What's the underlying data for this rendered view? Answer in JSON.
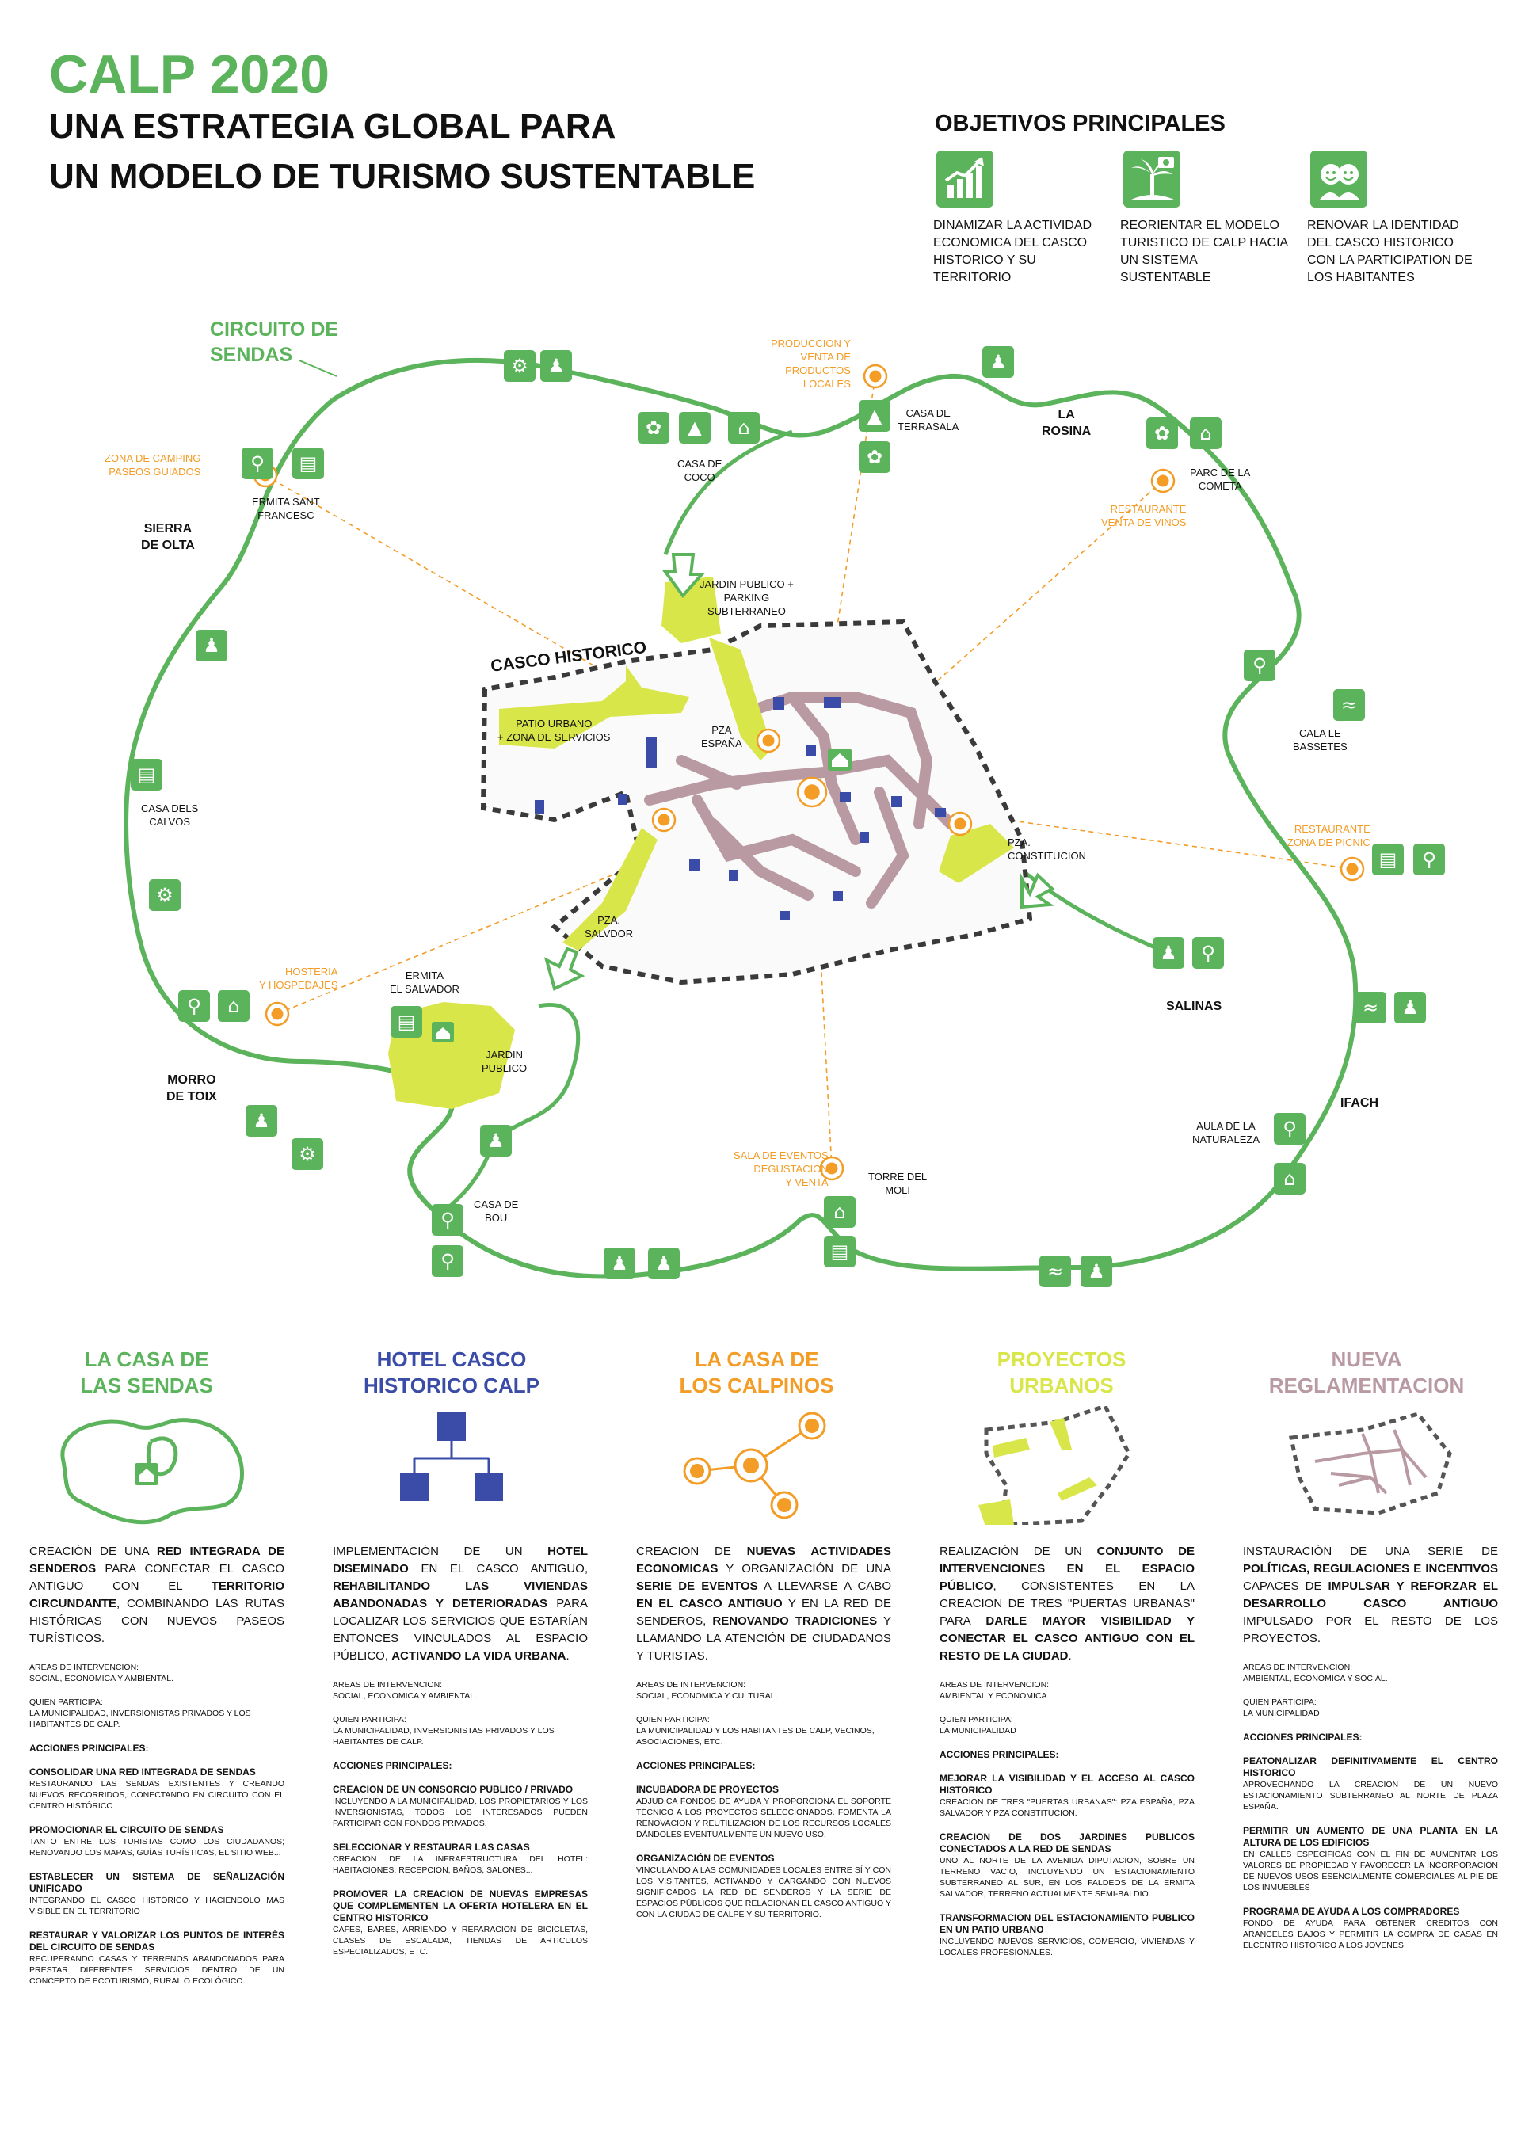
{
  "header": {
    "title": "CALP 2020",
    "subtitle_line1": "UNA ESTRATEGIA GLOBAL PARA",
    "subtitle_line2": "UN MODELO DE TURISMO SUSTENTABLE"
  },
  "objectives": {
    "title": "OBJETIVOS PRINCIPALES",
    "items": [
      {
        "icon": "growth-chart-icon",
        "text": "DINAMIZAR LA ACTIVIDAD ECONOMICA DEL CASCO HISTORICO Y SU TERRITORIO"
      },
      {
        "icon": "palm-camera-icon",
        "text": "REORIENTAR EL MODELO TURISTICO DE CALP HACIA UN SISTEMA SUSTENTABLE"
      },
      {
        "icon": "community-faces-icon",
        "text": "RENOVAR LA IDENTIDAD DEL CASCO HISTORICO CON LA PARTICIPATION DE LOS HABITANTES"
      }
    ]
  },
  "map": {
    "circuit_title_line1": "CIRCUITO DE",
    "circuit_title_line2": "SENDAS",
    "casco_label": "CASCO HISTORICO",
    "colors": {
      "green": "#5bb35b",
      "yellow": "#d9e64a",
      "orange": "#f39c26",
      "blue": "#3a4ca8",
      "mauve": "#b99aa3",
      "dark": "#3a3a3a"
    },
    "places": {
      "sierra": "SIERRA\nDE OLTA",
      "rosina": "LA\nROSINA",
      "morro": "MORRO\nDE TOIX",
      "salinas": "SALINAS",
      "ifach": "IFACH",
      "ermita_sant_francesc": "ERMITA SANT\nFRANCESC",
      "casa_coco": "CASA DE\nCOCO",
      "casa_terrasala": "CASA DE\nTERRASALA",
      "parc_cometa": "PARC DE LA\nCOMETA",
      "cala_bassetes": "CALA LE\nBASSETES",
      "casa_calvos": "CASA DELS\nCALVOS",
      "aula_naturaleza": "AULA DE LA\nNATURALEZA",
      "torre_moli": "TORRE DEL\nMOLI",
      "casa_bou": "CASA DE\nBOU",
      "ermita_salvador": "ERMITA\nEL SALVADOR",
      "jardin_publico": "JARDIN\nPUBLICO",
      "jardin_parking": "JARDIN PUBLICO +\nPARKING\nSUBTERRANEO",
      "patio_urbano": "PATIO URBANO\n+ ZONA DE SERVICIOS",
      "pza_espana": "PZA\nESPAÑA",
      "pza_salvdor": "PZA.\nSALVDOR",
      "pza_constitucion": "PZA.\nCONSTITUCION"
    },
    "orange_labels": {
      "camping": "ZONA DE CAMPING\nPASEOS GUIADOS",
      "produccion": "PRODUCCION Y\nVENTA DE\nPRODUCTOS\nLOCALES",
      "restaurante_vinos": "RESTAURANTE\nVENTA DE VINOS",
      "restaurante_picnic": "RESTAURANTE\nZONA DE PICNIC",
      "hosteria": "HOSTERIA\nY HOSPEDAJES",
      "sala_eventos": "SALA DE EVENTOS\nDEGUSTACION\nY VENTA"
    }
  },
  "categories": [
    {
      "title_line1": "LA CASA DE",
      "title_line2": "LAS SENDAS",
      "color": "#5bb35b"
    },
    {
      "title_line1": "HOTEL CASCO",
      "title_line2": "HISTORICO CALP",
      "color": "#3a4ca8"
    },
    {
      "title_line1": "LA CASA DE",
      "title_line2": "LOS CALPINOS",
      "color": "#f39c26"
    },
    {
      "title_line1": "PROYECTOS",
      "title_line2": "URBANOS",
      "color": "#d9e64a"
    },
    {
      "title_line1": "NUEVA",
      "title_line2": "REGLAMENTACION",
      "color": "#b99aa3"
    }
  ],
  "columns": [
    {
      "intro": [
        {
          "t": "CREACIÓN DE UNA ",
          "b": false
        },
        {
          "t": "RED INTEGRADA DE SENDEROS",
          "b": true
        },
        {
          "t": " PARA CONECTAR EL CASCO ANTIGUO CON EL ",
          "b": false
        },
        {
          "t": "TERRITORIO CIRCUNDANTE",
          "b": true
        },
        {
          "t": ", COMBINANDO LAS RUTAS HISTÓRICAS CON NUEVOS PASEOS TURÍSTICOS.",
          "b": false
        }
      ],
      "areas_label": "AREAS DE INTERVENCION:",
      "areas": "SOCIAL, ECONOMICA Y AMBIENTAL.",
      "participa_label": "QUIEN PARTICIPA:",
      "participa": "LA MUNICIPALIDAD, INVERSIONISTAS PRIVADOS Y LOS HABITANTES DE CALP.",
      "acciones_label": "ACCIONES PRINCIPALES:",
      "acciones": [
        {
          "h": "CONSOLIDAR UNA RED INTEGRADA DE SENDAS",
          "d": "RESTAURANDO LAS SENDAS EXISTENTES Y CREANDO NUEVOS RECORRIDOS, CONECTANDO EN CIRCUITO CON EL CENTRO HISTÓRICO"
        },
        {
          "h": "PROMOCIONAR EL CIRCUITO DE SENDAS",
          "d": "TANTO ENTRE LOS TURISTAS COMO LOS CIUDADANOS; RENOVANDO LOS MAPAS, GUÍAS TURÍSTICAS, EL SITIO WEB..."
        },
        {
          "h": "ESTABLECER UN SISTEMA DE SEÑALIZACIÓN UNIFICADO",
          "d": "INTEGRANDO EL CASCO HISTÓRICO Y HACIENDOLO MÁS VISIBLE EN EL TERRITORIO"
        },
        {
          "h": "RESTAURAR Y VALORIZAR LOS PUNTOS DE INTERÉS DEL CIRCUITO DE SENDAS",
          "d": "RECUPERANDO CASAS Y TERRENOS ABANDONADOS PARA PRESTAR DIFERENTES SERVICIOS DENTRO DE UN CONCEPTO DE ECOTURISMO, RURAL O ECOLÓGICO."
        }
      ]
    },
    {
      "intro": [
        {
          "t": "IMPLEMENTACIÓN DE UN ",
          "b": false
        },
        {
          "t": "HOTEL DISEMINADO",
          "b": true
        },
        {
          "t": " EN EL CASCO ANTIGUO, ",
          "b": false
        },
        {
          "t": "REHABILITANDO LAS VIVIENDAS ABANDONADAS Y DETERIORADAS",
          "b": true
        },
        {
          "t": " PARA LOCALIZAR LOS SERVICIOS QUE ESTARÍAN ENTONCES VINCULADOS AL ESPACIO PÚBLICO, ",
          "b": false
        },
        {
          "t": "ACTIVANDO LA VIDA URBANA",
          "b": true
        },
        {
          "t": ".",
          "b": false
        }
      ],
      "areas_label": "AREAS DE INTERVENCION:",
      "areas": "SOCIAL, ECONOMICA Y AMBIENTAL.",
      "participa_label": "QUIEN PARTICIPA:",
      "participa": "LA MUNICIPALIDAD, INVERSIONISTAS PRIVADOS Y LOS HABITANTES DE CALP.",
      "acciones_label": "ACCIONES PRINCIPALES:",
      "acciones": [
        {
          "h": "CREACION DE UN CONSORCIO PUBLICO / PRIVADO",
          "d": "INCLUYENDO A LA MUNICIPALIDAD, LOS PROPIETARIOS Y LOS INVERSIONISTAS, TODOS LOS INTERESADOS PUEDEN PARTICIPAR CON FONDOS PRIVADOS."
        },
        {
          "h": "SELECCIONAR Y RESTAURAR LAS CASAS",
          "d": "CREACION DE LA INFRAESTRUCTURA DEL HOTEL: HABITACIONES, RECEPCION, BAÑOS, SALONES..."
        },
        {
          "h": "PROMOVER LA CREACION DE NUEVAS EMPRESAS QUE COMPLEMENTEN LA OFERTA HOTELERA EN EL CENTRO HISTORICO",
          "d": "CAFES, BARES, ARRIENDO Y REPARACION DE BICICLETAS, CLASES DE ESCALADA, TIENDAS DE ARTICULOS ESPECIALIZADOS, ETC."
        }
      ]
    },
    {
      "intro": [
        {
          "t": "CREACION DE ",
          "b": false
        },
        {
          "t": "NUEVAS ACTIVIDADES ECONOMICAS",
          "b": true
        },
        {
          "t": " Y ORGANIZACIÓN DE UNA ",
          "b": false
        },
        {
          "t": "SERIE DE EVENTOS",
          "b": true
        },
        {
          "t": " A LLEVARSE A CABO ",
          "b": false
        },
        {
          "t": "EN EL CASCO ANTIGUO",
          "b": true
        },
        {
          "t": " Y EN LA RED DE SENDEROS, ",
          "b": false
        },
        {
          "t": "RENOVANDO TRADICIONES",
          "b": true
        },
        {
          "t": " Y LLAMANDO LA ATENCIÓN DE CIUDADANOS Y TURISTAS.",
          "b": false
        }
      ],
      "areas_label": "AREAS DE INTERVENCION:",
      "areas": "SOCIAL, ECONOMICA Y CULTURAL.",
      "participa_label": "QUIEN PARTICIPA:",
      "participa": "LA MUNICIPALIDAD Y LOS HABITANTES DE CALP, VECINOS, ASOCIACIONES, ETC.",
      "acciones_label": "ACCIONES PRINCIPALES:",
      "acciones": [
        {
          "h": "INCUBADORA DE PROYECTOS",
          "d": "ADJUDICA FONDOS DE AYUDA Y PROPORCIONA EL SOPORTE TÉCNICO A LOS PROYECTOS SELECCIONADOS. FOMENTA LA RENOVACION Y REUTILIZACION DE LOS RECURSOS LOCALES DÁNDOLES EVENTUALMENTE UN NUEVO USO."
        },
        {
          "h": "ORGANIZACIÓN DE EVENTOS",
          "d": "VINCULANDO A LAS COMUNIDADES LOCALES ENTRE SÍ Y CON LOS VISITANTES, ACTIVANDO Y CARGANDO CON NUEVOS SIGNIFICADOS LA RED DE SENDEROS Y LA SERIE DE ESPACIOS PÚBLICOS QUE RELACIONAN EL CASCO ANTIGUO Y CON LA CIUDAD DE CALPE Y SU TERRITORIO."
        }
      ]
    },
    {
      "intro": [
        {
          "t": "REALIZACIÓN DE UN ",
          "b": false
        },
        {
          "t": "CONJUNTO DE INTERVENCIONES EN EL ESPACIO PÚBLICO",
          "b": true
        },
        {
          "t": ", CONSISTENTES EN LA CREACION DE TRES \"PUERTAS URBANAS\" PARA ",
          "b": false
        },
        {
          "t": "DARLE MAYOR VISIBILIDAD Y CONECTAR EL CASCO ANTIGUO CON EL RESTO DE LA CIUDAD",
          "b": true
        },
        {
          "t": ".",
          "b": false
        }
      ],
      "areas_label": "AREAS DE INTERVENCION:",
      "areas": "AMBIENTAL Y ECONOMICA.",
      "participa_label": "QUIEN PARTICIPA:",
      "participa": "LA MUNICIPALIDAD",
      "acciones_label": "ACCIONES PRINCIPALES:",
      "acciones": [
        {
          "h": "MEJORAR LA VISIBILIDAD Y EL ACCESO AL CASCO HISTORICO",
          "d": "CREACION DE TRES \"PUERTAS URBANAS\": PZA ESPAÑA, PZA SALVADOR Y PZA CONSTITUCION."
        },
        {
          "h": "CREACION DE DOS JARDINES PUBLICOS CONECTADOS A LA RED DE SENDAS",
          "d": "UNO AL NORTE DE LA AVENIDA DIPUTACION, SOBRE UN TERRENO VACIO, INCLUYENDO UN ESTACIONAMIENTO SUBTERRANEO\nAL SUR, EN LOS FALDEOS DE LA ERMITA SALVADOR, TERRENO ACTUALMENTE SEMI-BALDIO."
        },
        {
          "h": "TRANSFORMACION DEL ESTACIONAMIENTO PUBLICO EN UN PATIO URBANO",
          "d": "INCLUYENDO NUEVOS SERVICIOS, COMERCIO, VIVIENDAS Y LOCALES PROFESIONALES."
        }
      ]
    },
    {
      "intro": [
        {
          "t": "INSTAURACIÓN DE UNA SERIE DE ",
          "b": false
        },
        {
          "t": "POLÍTICAS, REGULACIONES E INCENTIVOS",
          "b": true
        },
        {
          "t": " CAPACES DE ",
          "b": false
        },
        {
          "t": "IMPULSAR Y REFORZAR EL DESARROLLO CASCO ANTIGUO",
          "b": true
        },
        {
          "t": " IMPULSADO POR EL RESTO DE LOS PROYECTOS.",
          "b": false
        }
      ],
      "areas_label": "AREAS DE INTERVENCION:",
      "areas": "AMBIENTAL, ECONOMICA Y SOCIAL.",
      "participa_label": "QUIEN PARTICIPA:",
      "participa": "LA MUNICIPALIDAD",
      "acciones_label": "ACCIONES PRINCIPALES:",
      "acciones": [
        {
          "h": "PEATONALIZAR DEFINITIVAMENTE EL CENTRO HISTORICO",
          "d": "APROVECHANDO LA CREACION DE UN NUEVO ESTACIONAMIENTO SUBTERRANEO AL NORTE DE PLAZA ESPAÑA."
        },
        {
          "h": "PERMITIR UN AUMENTO DE UNA PLANTA EN LA ALTURA DE LOS EDIFICIOS",
          "d": "EN CALLES ESPECÍFICAS CON EL FIN DE AUMENTAR LOS VALORES DE PROPIEDAD Y FAVORECER LA INCORPORACIÓN DE NUEVOS USOS ESENCIALMENTE COMERCIALES AL PIE DE LOS INMUEBLES"
        },
        {
          "h": "PROGRAMA DE AYUDA A LOS COMPRADORES",
          "d": "FONDO DE AYUDA PARA OBTENER CREDITOS CON ARANCELES BAJOS Y PERMITIR LA COMPRA DE CASAS EN ELCENTRO HISTORICO A LOS JOVENES"
        }
      ]
    }
  ]
}
